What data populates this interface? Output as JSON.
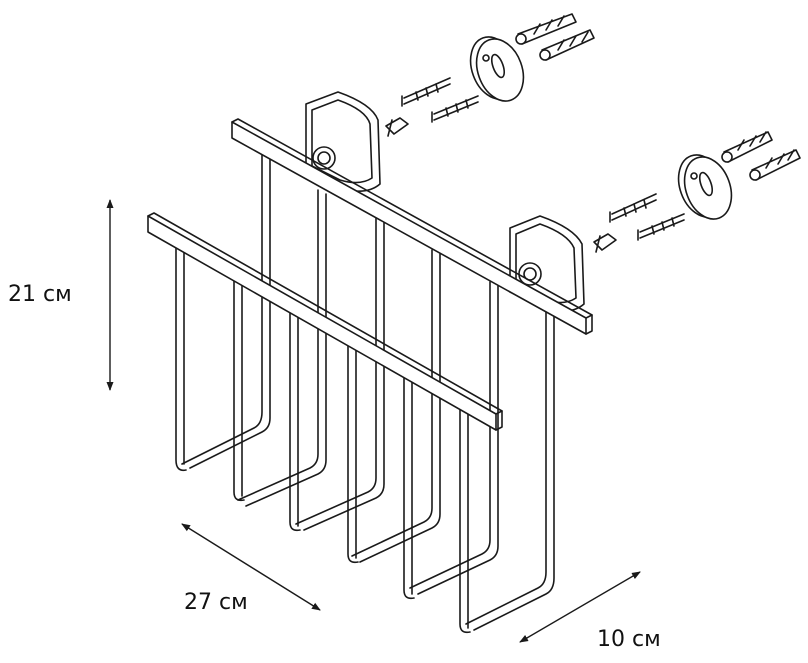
{
  "dimensions": {
    "height": "21 см",
    "width": "27 см",
    "depth": "10 см"
  },
  "colors": {
    "line": "#1a1a1a",
    "background": "#ffffff"
  }
}
